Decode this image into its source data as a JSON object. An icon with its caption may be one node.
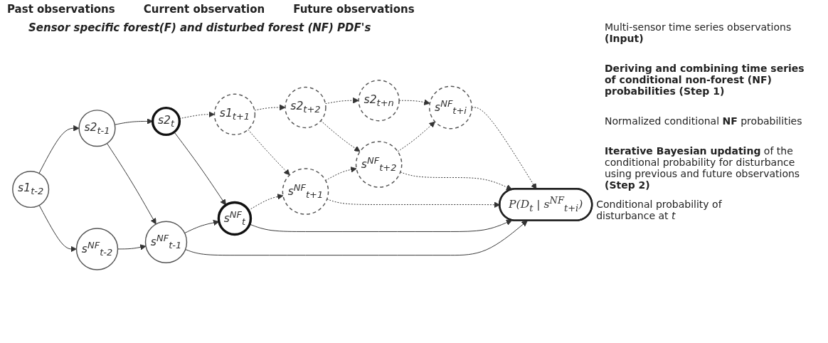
{
  "diagram": {
    "nodes": [
      {
        "text": [
          "s1$_{t-2}$"
        ]
      },
      {
        "text": [
          "s2$_{t-1}$"
        ]
      },
      {
        "text": [
          "s2$_{t}$"
        ]
      },
      {
        "text": [
          "s1$_{t+1}$"
        ]
      },
      {
        "text": [
          "s2$_{t+2}$"
        ]
      },
      {
        "text": [
          "s2$_{t+n}$"
        ]
      },
      {
        "text": [
          "s$^{NF}$$_{t-2}$"
        ]
      },
      {
        "text": [
          "s$^{NF}$$_{t-1}$"
        ]
      },
      {
        "text": [
          "s$^{NF}$$_{t}$"
        ]
      },
      {
        "text": [
          "s$^{NF}$$_{t+1}$"
        ]
      },
      {
        "text": [
          "s$^{NF}$$_{t+2}$"
        ]
      },
      {
        "text": [
          "s$^{NF}$$_{t+i}$"
        ]
      },
      {
        "text": [
          "P(D$_{t}$ | s$^{NF}$$_{t+i}$)"
        ],
        "beside": [
          "Conditional probability of disturbance at *t*"
        ]
      }
    ],
    "edges": [
      {
        "from": 0,
        "to": 1,
        "arrow": "to"
      },
      {
        "from": 1,
        "to": 2,
        "arrow": "to"
      },
      {
        "from": 2,
        "to": 3,
        "arrow": "to",
        "style": "dashed"
      },
      {
        "from": 3,
        "to": 4,
        "arrow": "to",
        "style": "dashed"
      },
      {
        "from": 4,
        "to": 5,
        "arrow": "to",
        "style": "dashed"
      },
      {
        "from": 0,
        "to": 6,
        "arrow": "to"
      },
      {
        "from": 1,
        "to": 7,
        "arrow": "to"
      },
      {
        "from": 2,
        "to": 8,
        "arrow": "to"
      },
      {
        "from": 3,
        "to": 9,
        "arrow": "to",
        "style": "dashed"
      },
      {
        "from": 4,
        "to": 10,
        "arrow": "to",
        "style": "dashed"
      },
      {
        "from": 5,
        "to": 11,
        "arrow": "to",
        "style": "dashed"
      },
      {
        "from": 6,
        "to": 7,
        "arrow": "to"
      },
      {
        "from": 7,
        "to": 8,
        "arrow": "to"
      },
      {
        "from": 8,
        "to": 9,
        "arrow": "to",
        "style": "dashed"
      },
      {
        "from": 9,
        "to": 10,
        "arrow": "to",
        "style": "dashed"
      },
      {
        "from": 10,
        "to": 11,
        "arrow": "to",
        "style": "dashed"
      },
      {
        "from": 7,
        "to": 12,
        "arrow": "to"
      },
      {
        "from": 8,
        "to": 12,
        "arrow": "to"
      },
      {
        "from": 9,
        "to": 12,
        "arrow": "to",
        "style": "dashed"
      },
      {
        "from": 10,
        "to": 12,
        "arrow": "to",
        "style": "dashed"
      },
      {
        "from": 11,
        "to": 12,
        "arrow": "to",
        "style": "dashed"
      }
    ],
    "labels": [
      "Past observations",
      "Current observation",
      "Future observations",
      "Multi-sensor time series observations **(Input)**",
      "Sensor specific forest(F) and disturbed forest (NF) PDF's",
      "Deriving and combining time series of conditional non-forest (NF) probabilities (Step 1)",
      "Normalized conditional **NF** probabilities",
      "**Iterative Bayesian updating** of the conditional probability for disturbance using previous and future observations **(Step 2)**"
    ]
  }
}
